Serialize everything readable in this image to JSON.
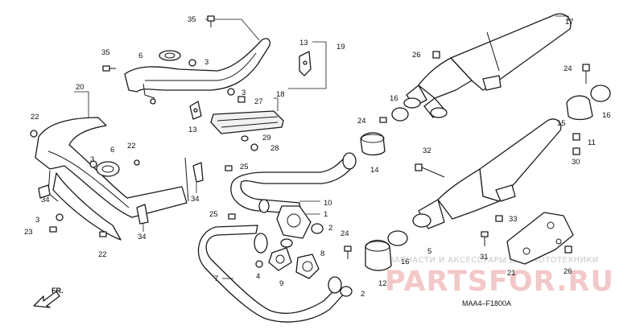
{
  "callouts": {
    "c35a": "35",
    "c35b": "35",
    "c6a": "6",
    "c3a": "3",
    "c13a": "13",
    "c19": "19",
    "c3b": "3",
    "c27": "27",
    "c18": "18",
    "c13b": "13",
    "c29": "29",
    "c28": "28",
    "c20": "20",
    "c22a": "22",
    "c3c": "3",
    "c6b": "6",
    "c22b": "22",
    "c34a": "34",
    "c34b": "34",
    "c34c": "34",
    "c3d": "3",
    "c23": "23",
    "c22c": "22",
    "c25a": "25",
    "c25b": "25",
    "c10": "10",
    "c1": "1",
    "c2a": "2",
    "c7": "7",
    "c4": "4",
    "c9": "9",
    "c8": "8",
    "c24a": "24",
    "c12": "12",
    "c2b": "2",
    "c17": "17",
    "c26a": "26",
    "c24b": "24",
    "c16a": "16",
    "c14": "14",
    "c32": "32",
    "c5": "5",
    "c15": "15",
    "c24c": "24",
    "c16b": "16",
    "c11": "11",
    "c30": "30",
    "c33": "33",
    "c31": "31",
    "c21": "21",
    "c26b": "26"
  },
  "watermark": {
    "text": "ЗАПЧАСТИ И АКСЕССУАРЫ ДЛЯ МОТОТЕХНИКИ",
    "logo": "PARTSFOR.RU"
  },
  "diagram_code": "MAA4–F1800A",
  "direction_label": "FR."
}
